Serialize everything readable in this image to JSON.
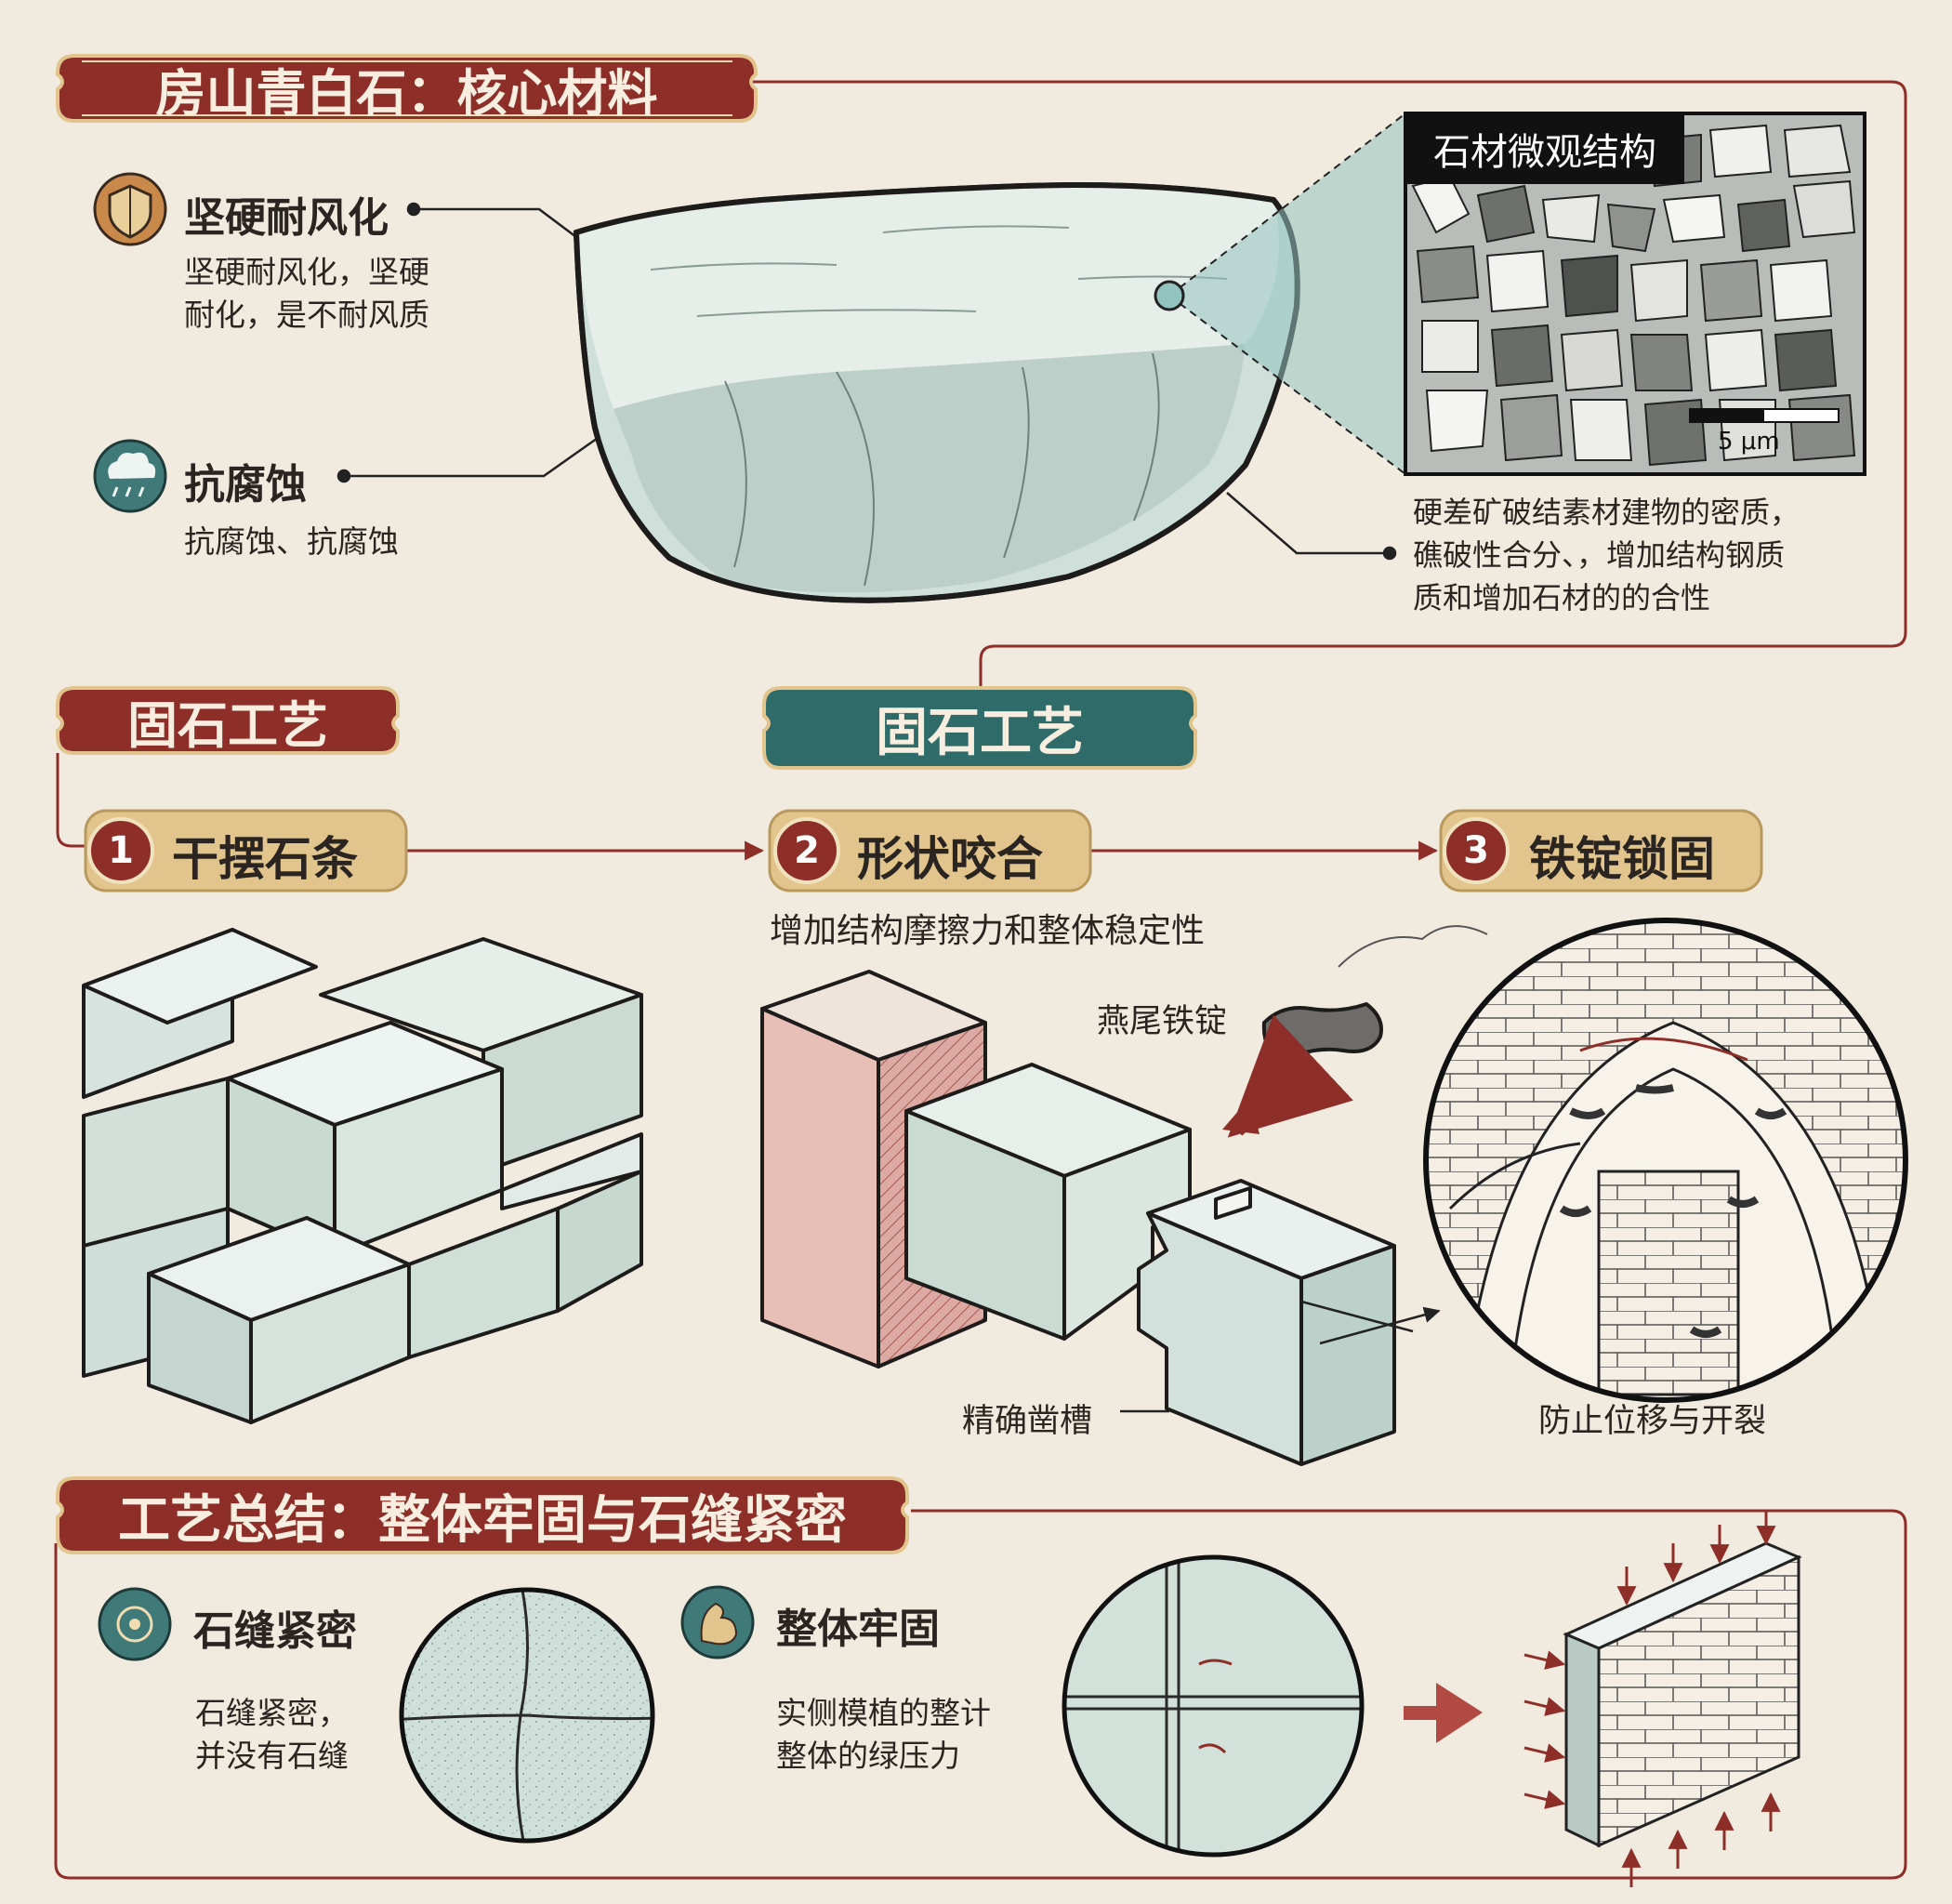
{
  "colors": {
    "background": "#f1ebdf",
    "brand_red": "#8e2e28",
    "brand_teal": "#2f6b68",
    "gold": "#e2c58d",
    "stone": "#d4e0da"
  },
  "section_material": {
    "title": "房山青白石：核心材料",
    "feature_weather": {
      "icon": "shield-icon",
      "heading": "坚硬耐风化",
      "body_lines": [
        "坚硬耐风化，坚硬",
        "耐化，是不耐风质"
      ]
    },
    "feature_corrosion": {
      "icon": "rain-cloud-icon",
      "heading": "抗腐蚀",
      "body": "抗腐蚀、抗腐蚀"
    },
    "microstructure": {
      "title": "石材微观结构",
      "scale_label": "5 μm",
      "caption_lines": [
        "硬差矿破结素材建物的密质，",
        "礁破性合分、，增加结构钢质",
        "质和增加石材的的合性"
      ]
    }
  },
  "section_craft": {
    "left_title": "固石工艺",
    "center_title": "固石工艺",
    "steps": [
      {
        "num": "1",
        "label": "干摆石条"
      },
      {
        "num": "2",
        "label": "形状咬合"
      },
      {
        "num": "3",
        "label": "铁锭锁固"
      }
    ],
    "step2_caption": "增加结构摩擦力和整体稳定性",
    "dovetail_label": "燕尾铁锭",
    "groove_label": "精确凿槽",
    "result_label": "防止位移与开裂"
  },
  "section_summary": {
    "title": "工艺总结：整体牢固与石缝紧密",
    "tight": {
      "icon": "seal-icon",
      "heading": "石缝紧密",
      "body_lines": [
        "石缝紧密，",
        "并没有石缝"
      ]
    },
    "solid": {
      "icon": "strength-arm-icon",
      "heading": "整体牢固",
      "body_lines": [
        "实侧模植的整计",
        "整体的绿压力"
      ]
    }
  }
}
